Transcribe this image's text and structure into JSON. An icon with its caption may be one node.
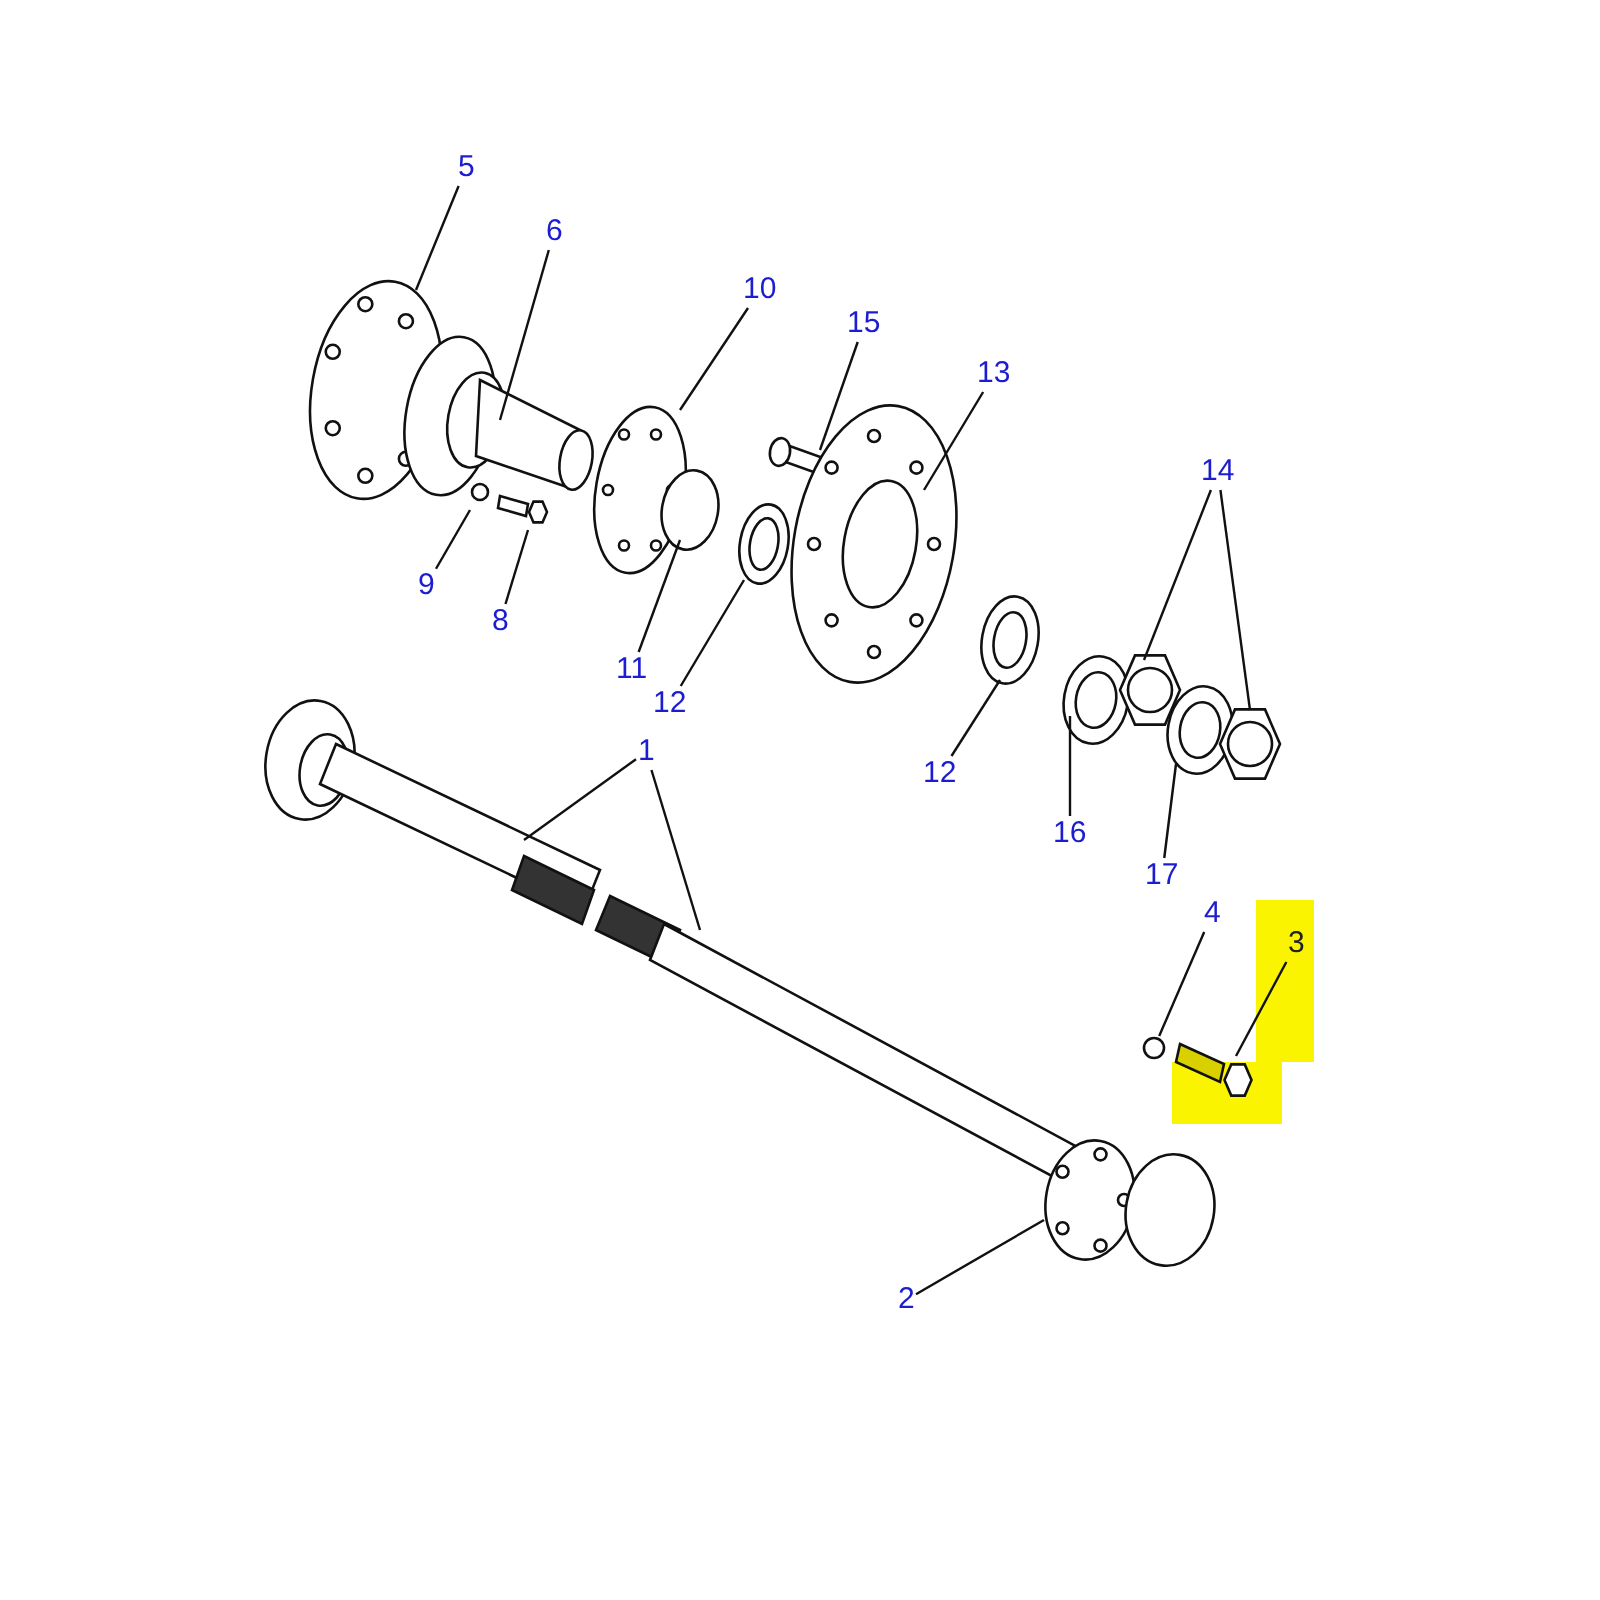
{
  "diagram": {
    "nodes": [
      {
        "text": [
          "5"
        ]
      },
      {
        "text": [
          "6"
        ]
      },
      {
        "text": [
          "10"
        ]
      },
      {
        "text": [
          "15"
        ]
      },
      {
        "text": [
          "13"
        ]
      },
      {
        "text": [
          "14"
        ]
      },
      {
        "text": [
          "9"
        ]
      },
      {
        "text": [
          "8"
        ]
      },
      {
        "text": [
          "11"
        ]
      },
      {
        "text": [
          "12"
        ]
      },
      {
        "text": [
          "12"
        ]
      },
      {
        "text": [
          "16"
        ]
      },
      {
        "text": [
          "17"
        ]
      },
      {
        "text": [
          "1"
        ]
      },
      {
        "text": [
          "4"
        ]
      },
      {
        "text": [
          "3"
        ]
      },
      {
        "text": [
          "2"
        ]
      },
      {
        "text": [],
        "shape": "circle"
      }
    ],
    "edges": [
      {
        "from": 0,
        "to": null,
        "arrow": "none"
      },
      {
        "from": 1,
        "to": null,
        "arrow": "none"
      },
      {
        "from": 2,
        "to": null,
        "arrow": "none"
      },
      {
        "from": 3,
        "to": null,
        "arrow": "none"
      },
      {
        "from": 4,
        "to": null,
        "arrow": "none"
      },
      {
        "from": 5,
        "to": null,
        "arrow": "none"
      },
      {
        "from": 5,
        "to": null,
        "arrow": "none"
      },
      {
        "from": 6,
        "to": null,
        "arrow": "none"
      },
      {
        "from": 7,
        "to": null,
        "arrow": "none"
      },
      {
        "from": 8,
        "to": null,
        "arrow": "none"
      },
      {
        "from": 9,
        "to": null,
        "arrow": "none"
      },
      {
        "from": 10,
        "to": null,
        "arrow": "none"
      },
      {
        "from": 11,
        "to": null,
        "arrow": "none"
      },
      {
        "from": 12,
        "to": null,
        "arrow": "none"
      },
      {
        "from": 13,
        "to": null,
        "arrow": "none"
      },
      {
        "from": 13,
        "to": null,
        "arrow": "none"
      },
      {
        "from": 14,
        "to": 17,
        "arrow": "none"
      },
      {
        "from": 15,
        "to": null,
        "arrow": "none"
      },
      {
        "from": 16,
        "to": null,
        "arrow": "none"
      }
    ]
  }
}
